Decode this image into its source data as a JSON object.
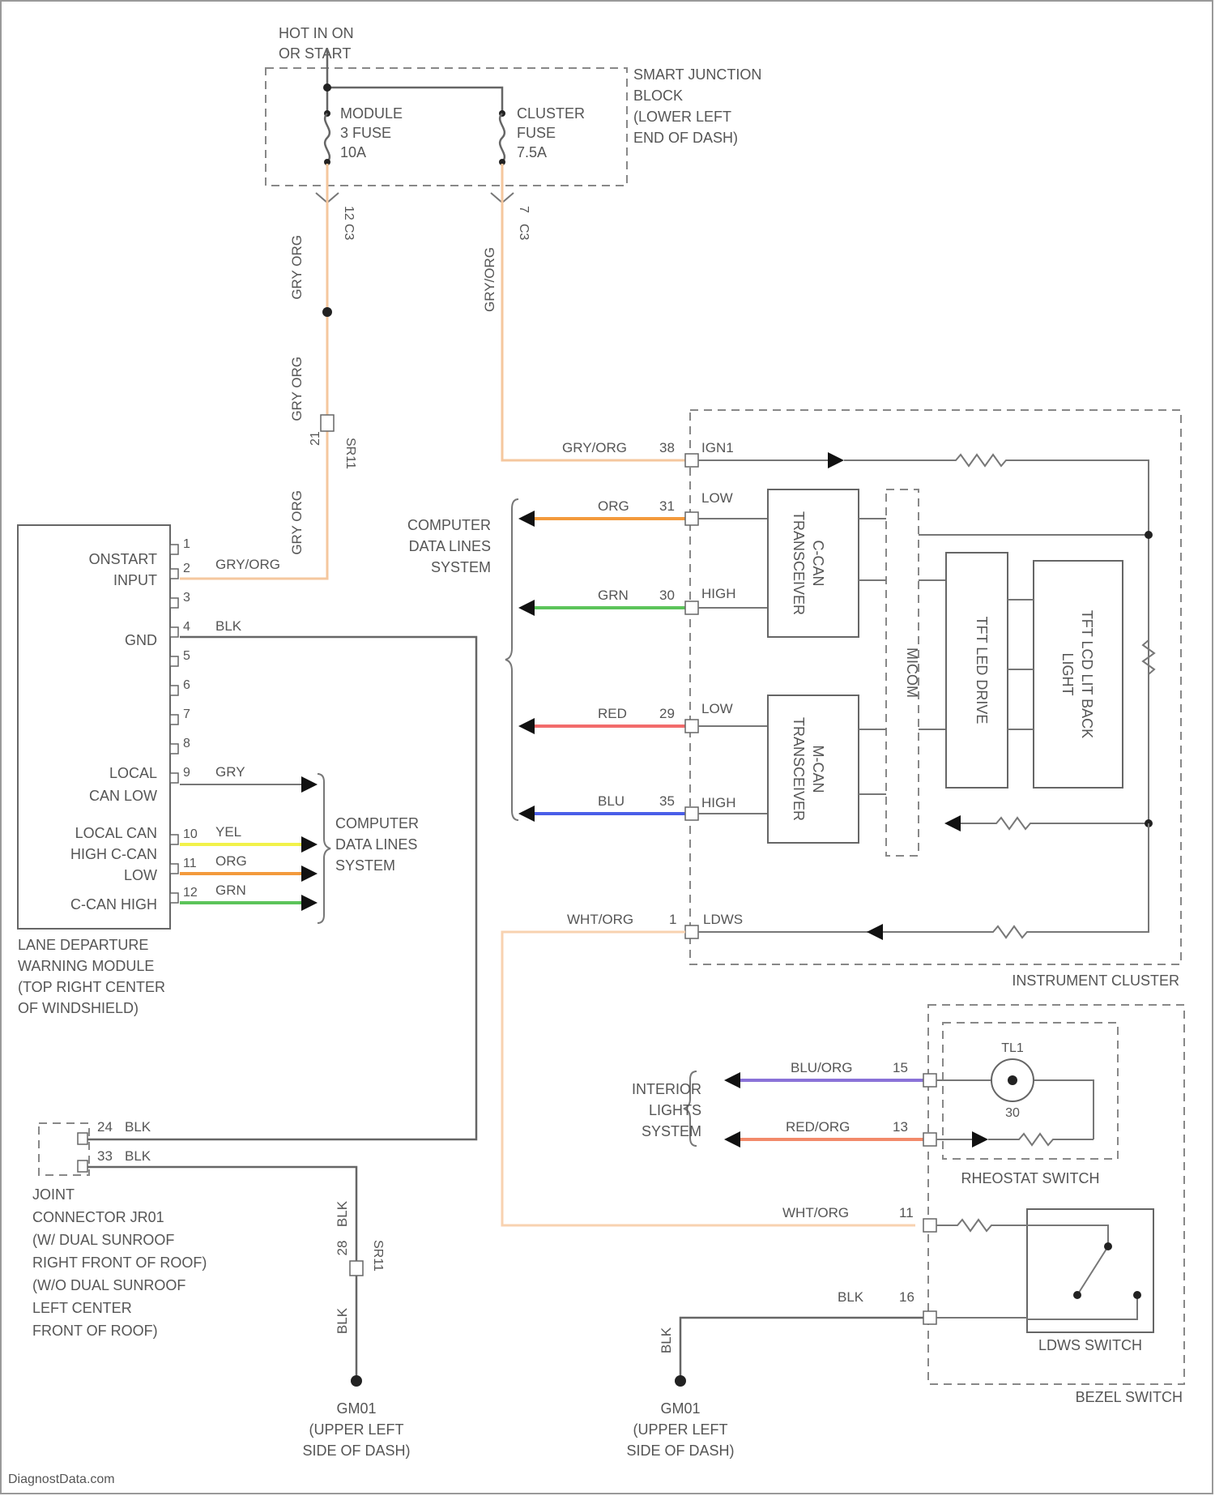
{
  "colors": {
    "gry_org": "#f5c79e",
    "org": "#f39a3c",
    "grn": "#5cc45a",
    "red": "#f26b6b",
    "blu": "#4a5ee8",
    "yel": "#f2f24a",
    "blu_org": "#8a72d8",
    "red_org": "#f28a6a",
    "wht_org": "#f8d2b0",
    "blk": "#666666"
  },
  "top": {
    "hot_label_1": "HOT IN ON",
    "hot_label_2": "OR START",
    "module_fuse": [
      "MODULE",
      "3 FUSE",
      "10A"
    ],
    "cluster_fuse": [
      "CLUSTER",
      "FUSE",
      "7.5A"
    ],
    "sjb_label": [
      "SMART JUNCTION",
      "BLOCK",
      "(LOWER LEFT",
      "END OF DASH)"
    ],
    "fuse_conn_left_pin": "12",
    "fuse_conn_left_id": "C3",
    "fuse_conn_right_pin": "7",
    "fuse_conn_right_id": "C3"
  },
  "wires": {
    "gry_org_a": "GRY ORG",
    "gry_org_b": "GRY ORG",
    "gry_org_c": "GRY ORG",
    "gry_org_cluster": "GRY/ORG",
    "splice_pin": "21",
    "splice_id": "SR11"
  },
  "ldw": {
    "pins": [
      "1",
      "2",
      "3",
      "4",
      "5",
      "6",
      "7",
      "8",
      "9",
      "10",
      "11",
      "12"
    ],
    "onstart_label": [
      "ONSTART",
      "INPUT"
    ],
    "gnd_label": "GND",
    "local_can_low_label": [
      "LOCAL",
      "CAN LOW"
    ],
    "local_can_high_label": [
      "LOCAL CAN",
      "HIGH C-CAN",
      "LOW"
    ],
    "c_can_high_label": "C-CAN HIGH",
    "wire_pin2": "GRY/ORG",
    "wire_pin4": "BLK",
    "wire_pin9": "GRY",
    "wire_pin10": "YEL",
    "wire_pin11": "ORG",
    "wire_pin12": "GRN",
    "cdl_label": [
      "COMPUTER",
      "DATA LINES",
      "SYSTEM"
    ],
    "module_label": [
      "LANE DEPARTURE",
      "WARNING MODULE",
      "(TOP RIGHT CENTER",
      "OF WINDSHIELD)"
    ]
  },
  "cluster": {
    "cdl_label": [
      "COMPUTER",
      "DATA LINES",
      "SYSTEM"
    ],
    "ign_wire": "GRY/ORG",
    "ign_pin": "38",
    "ign_label": "IGN1",
    "rows": [
      {
        "wire": "ORG",
        "pin": "31",
        "label": "LOW"
      },
      {
        "wire": "GRN",
        "pin": "30",
        "label": "HIGH"
      },
      {
        "wire": "RED",
        "pin": "29",
        "label": "LOW"
      },
      {
        "wire": "BLU",
        "pin": "35",
        "label": "HIGH"
      }
    ],
    "c_can": [
      "C-CAN",
      "TRANSCEIVER"
    ],
    "m_can": [
      "M-CAN",
      "TRANSCEIVER"
    ],
    "micom": "MICOM",
    "tft_drive": "TFT LED DRIVE",
    "tft_right": [
      "TFT LCD LIT BACK",
      "LIGHT"
    ],
    "ldws_wire": "WHT/ORG",
    "ldws_pin": "1",
    "ldws_label": "LDWS",
    "label": "INSTRUMENT CLUSTER"
  },
  "bezel": {
    "interior_label": [
      "INTERIOR",
      "LIGHTS",
      "SYSTEM"
    ],
    "blu_wire": "BLU/ORG",
    "blu_pin": "15",
    "red_wire": "RED/ORG",
    "red_pin": "13",
    "bulb_top": "TL1",
    "bulb_bottom": "30",
    "rheostat_label": "RHEOSTAT SWITCH",
    "wht_wire": "WHT/ORG",
    "wht_pin": "11",
    "blk_wire": "BLK",
    "blk_pin": "16",
    "ldws_switch_label": "LDWS SWITCH",
    "label": "BEZEL SWITCH"
  },
  "ground": {
    "pin_top": "24",
    "pin_bottom": "33",
    "wire_top": "BLK",
    "wire_bottom": "BLK",
    "connector_label": [
      "JOINT",
      "CONNECTOR JR01",
      "(W/ DUAL SUNROOF",
      "RIGHT FRONT OF ROOF)",
      "(W/O DUAL SUNROOF",
      "LEFT CENTER",
      "FRONT OF ROOF)"
    ],
    "splice_wire": "BLK",
    "splice_pin": "28",
    "splice_id": "SR11",
    "down_wire": "BLK",
    "right_wire": "BLK",
    "g1_label": [
      "GM01",
      "(UPPER LEFT",
      "SIDE OF DASH)"
    ],
    "g2_label": [
      "GM01",
      "(UPPER LEFT",
      "SIDE OF DASH)"
    ]
  },
  "footer": "DiagnostData.com"
}
